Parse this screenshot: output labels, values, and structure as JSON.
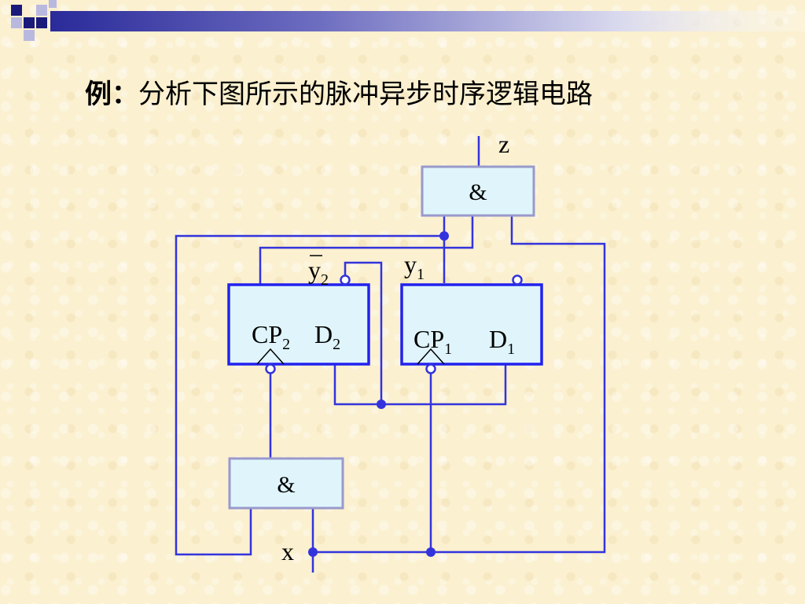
{
  "slide": {
    "title_lead": "例：",
    "title_text": "分析下图所示的脉冲异步时序逻辑电路"
  },
  "colors": {
    "wire": "#3333dd",
    "flipflop_border": "#2222ee",
    "gate_border": "#9999cc",
    "box_fill": "#dff5fb",
    "header_bar": "#2a2a9a"
  },
  "circuit": {
    "output_z": "z",
    "input_x": "x",
    "and_top": {
      "label": "&"
    },
    "and_bottom": {
      "label": "&"
    },
    "ff2": {
      "output": {
        "base": "y",
        "sub": "2",
        "overbar": true
      },
      "cp": {
        "base": "CP",
        "sub": "2"
      },
      "d": {
        "base": "D",
        "sub": "2"
      }
    },
    "ff1": {
      "output": {
        "base": "y",
        "sub": "1"
      },
      "cp": {
        "base": "CP",
        "sub": "1"
      },
      "d": {
        "base": "D",
        "sub": "1"
      }
    }
  }
}
